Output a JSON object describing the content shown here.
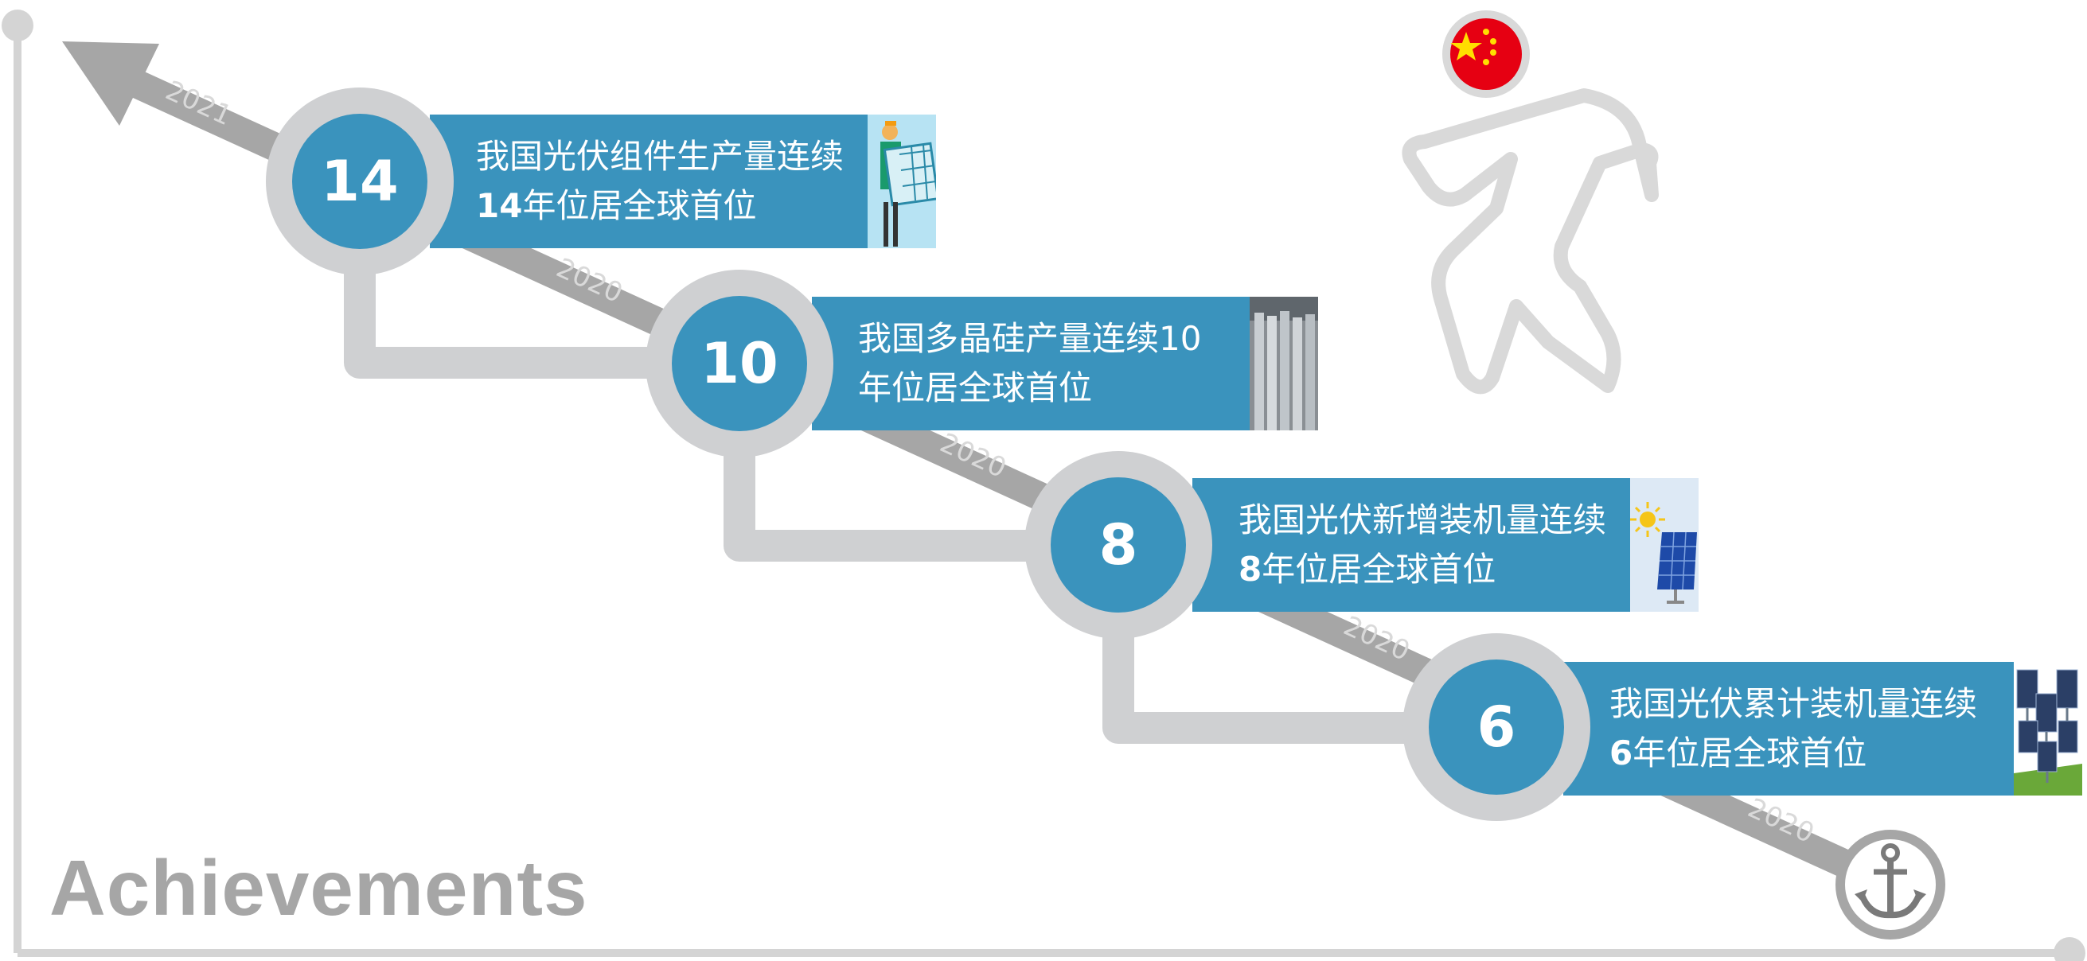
{
  "title": "Achievements",
  "milestones": [
    {
      "number": "14",
      "line1": "我国光伏组件生产量连续",
      "line2_num": "14",
      "line2_text": "年位居全球首位",
      "image_icon": "worker-with-solar-panel-icon"
    },
    {
      "number": "10",
      "line1": "我国多晶硅产量连续10",
      "line2_num": "",
      "line2_text": "年位居全球首位",
      "image_icon": "polysilicon-rods-icon"
    },
    {
      "number": "8",
      "line1": "我国光伏新增装机量连续",
      "line2_num": "8",
      "line2_text": "年位居全球首位",
      "image_icon": "sun-and-solar-panel-icon"
    },
    {
      "number": "6",
      "line1": "我国光伏累计装机量连续",
      "line2_num": "6",
      "line2_text": "年位居全球首位",
      "image_icon": "solar-farm-icon"
    }
  ],
  "year_labels": [
    "2021",
    "2020",
    "2020",
    "2020",
    "2020"
  ],
  "icons": {
    "start": "anchor-icon",
    "figure": "climbing-person-icon",
    "flag": "china-flag-icon"
  },
  "colors": {
    "accent": "#3a93bd",
    "track": "#cfd0d2",
    "arrow": "#a6a6a6",
    "flag_red": "#e60012",
    "flag_star": "#ffde00"
  }
}
